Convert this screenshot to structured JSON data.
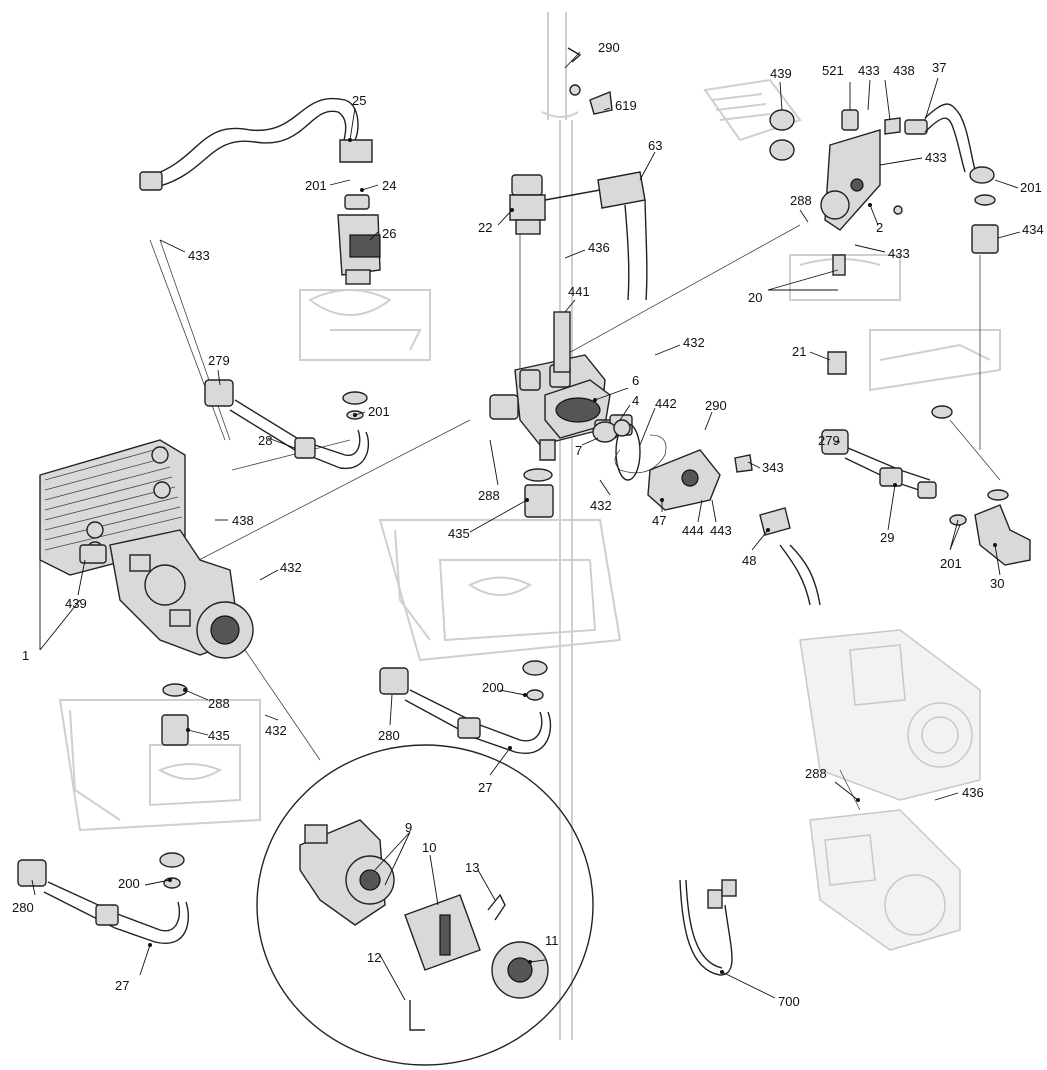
{
  "callouts": [
    {
      "text": "290"
    },
    {
      "text": "619"
    },
    {
      "text": "439"
    },
    {
      "text": "521"
    },
    {
      "text": "433"
    },
    {
      "text": "438"
    },
    {
      "text": "37"
    },
    {
      "text": "25"
    },
    {
      "text": "63"
    },
    {
      "text": "433"
    },
    {
      "text": "201"
    },
    {
      "text": "24"
    },
    {
      "text": "22"
    },
    {
      "text": "288"
    },
    {
      "text": "2"
    },
    {
      "text": "201"
    },
    {
      "text": "26"
    },
    {
      "text": "436"
    },
    {
      "text": "433"
    },
    {
      "text": "434"
    },
    {
      "text": "433"
    },
    {
      "text": "441"
    },
    {
      "text": "20"
    },
    {
      "text": "432"
    },
    {
      "text": "21"
    },
    {
      "text": "279"
    },
    {
      "text": "6"
    },
    {
      "text": "201"
    },
    {
      "text": "4"
    },
    {
      "text": "442"
    },
    {
      "text": "290"
    },
    {
      "text": "7"
    },
    {
      "text": "343"
    },
    {
      "text": "279"
    },
    {
      "text": "28"
    },
    {
      "text": "288"
    },
    {
      "text": "432"
    },
    {
      "text": "438"
    },
    {
      "text": "47"
    },
    {
      "text": "444"
    },
    {
      "text": "443"
    },
    {
      "text": "435"
    },
    {
      "text": "48"
    },
    {
      "text": "29"
    },
    {
      "text": "201"
    },
    {
      "text": "30"
    },
    {
      "text": "432"
    },
    {
      "text": "439"
    },
    {
      "text": "1"
    },
    {
      "text": "200"
    },
    {
      "text": "280"
    },
    {
      "text": "288"
    },
    {
      "text": "432"
    },
    {
      "text": "435"
    },
    {
      "text": "27"
    },
    {
      "text": "288"
    },
    {
      "text": "436"
    },
    {
      "text": "9"
    },
    {
      "text": "10"
    },
    {
      "text": "13"
    },
    {
      "text": "200"
    },
    {
      "text": "280"
    },
    {
      "text": "11"
    },
    {
      "text": "12"
    },
    {
      "text": "27"
    },
    {
      "text": "700"
    }
  ]
}
